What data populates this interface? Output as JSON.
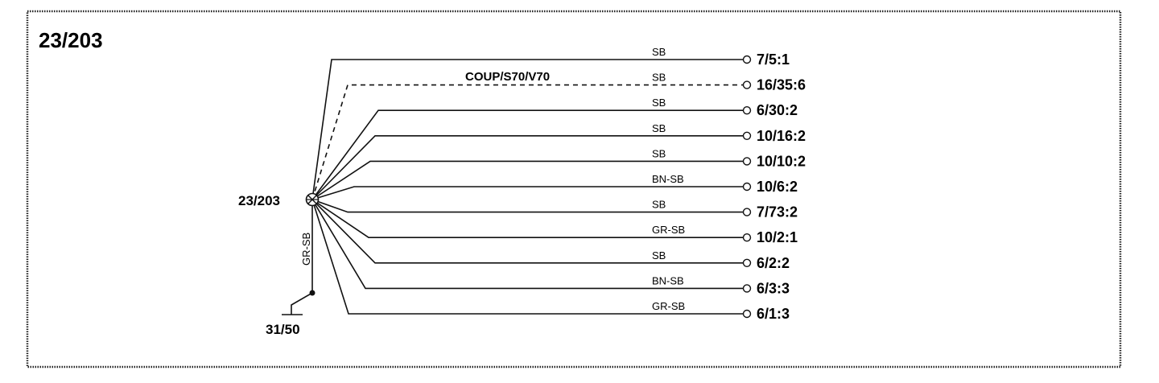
{
  "diagram": {
    "title": "23/203",
    "junction_label": "23/203",
    "ground_label": "31/50",
    "ground_wire_color": "GR-SB",
    "variant_label": "COUP/S70/V70",
    "wires": [
      {
        "color": "SB",
        "dest": "7/5:1",
        "dashed": false
      },
      {
        "color": "SB",
        "dest": "16/35:6",
        "dashed": true
      },
      {
        "color": "SB",
        "dest": "6/30:2",
        "dashed": false
      },
      {
        "color": "SB",
        "dest": "10/16:2",
        "dashed": false
      },
      {
        "color": "SB",
        "dest": "10/10:2",
        "dashed": false
      },
      {
        "color": "BN-SB",
        "dest": "10/6:2",
        "dashed": false
      },
      {
        "color": "SB",
        "dest": "7/73:2",
        "dashed": false
      },
      {
        "color": "GR-SB",
        "dest": "10/2:1",
        "dashed": false
      },
      {
        "color": "SB",
        "dest": "6/2:2",
        "dashed": false
      },
      {
        "color": "BN-SB",
        "dest": "6/3:3",
        "dashed": false
      },
      {
        "color": "GR-SB",
        "dest": "6/1:3",
        "dashed": false
      }
    ]
  }
}
